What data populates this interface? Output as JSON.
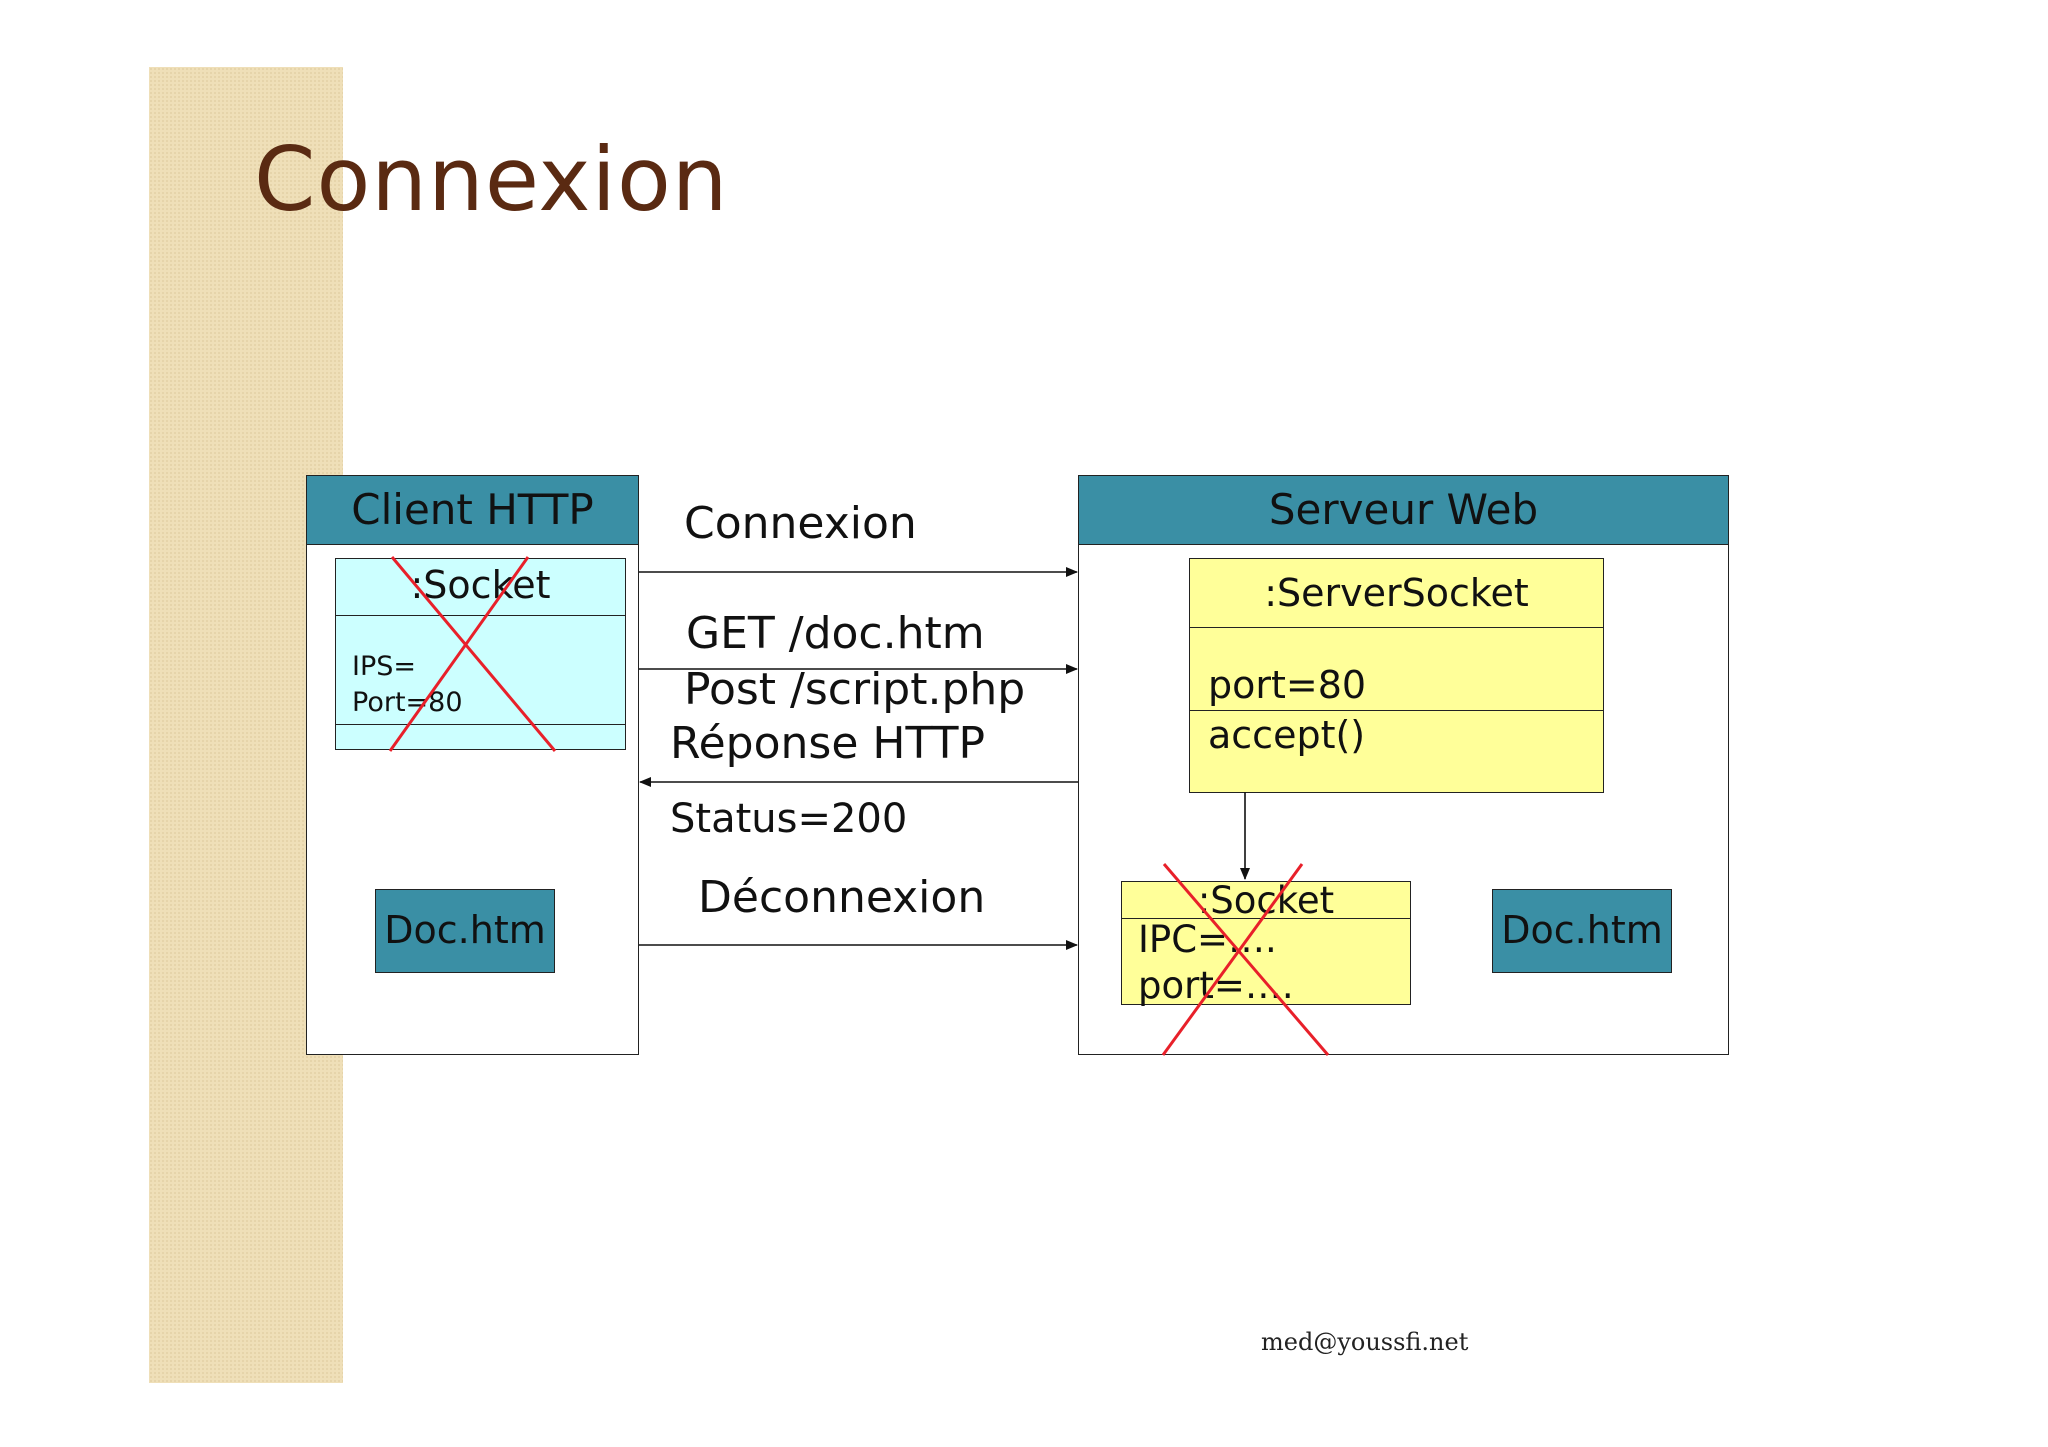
{
  "slide": {
    "title": "Connexion",
    "footer": "med@youssfi.net"
  },
  "client": {
    "title": "Client HTTP",
    "socket": {
      "name": ":Socket",
      "attributes": [
        "IPS=",
        "Port=80"
      ]
    },
    "document": "Doc.htm"
  },
  "server": {
    "title": "Serveur Web",
    "server_socket": {
      "name": ":ServerSocket",
      "attribute": "port=80",
      "method": "accept()"
    },
    "socket": {
      "name": ":Socket",
      "attributes": [
        "IPC=….",
        "port=…."
      ]
    },
    "document": "Doc.htm"
  },
  "messages": {
    "connect": "Connexion",
    "get": "GET /doc.htm",
    "post": "Post /script.php",
    "response": "Réponse HTTP",
    "status": "Status=200",
    "disconnect": "Déconnexion"
  },
  "colors": {
    "header": "#3a8fa5",
    "client_socket": "#ccffff",
    "server_socket": "#ffff99",
    "cross": "#e8202a",
    "title": "#5a2a12"
  }
}
